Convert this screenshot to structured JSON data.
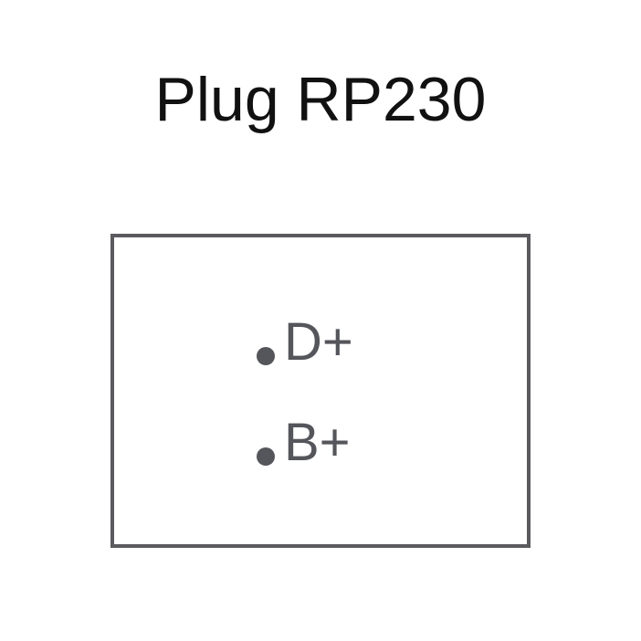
{
  "title": "Plug RP230",
  "colors": {
    "title_text": "#111111",
    "box_border": "#5a5a5f",
    "pin_color": "#55565b",
    "background": "#ffffff"
  },
  "pins": [
    {
      "label": "D+"
    },
    {
      "label": "B+"
    }
  ]
}
